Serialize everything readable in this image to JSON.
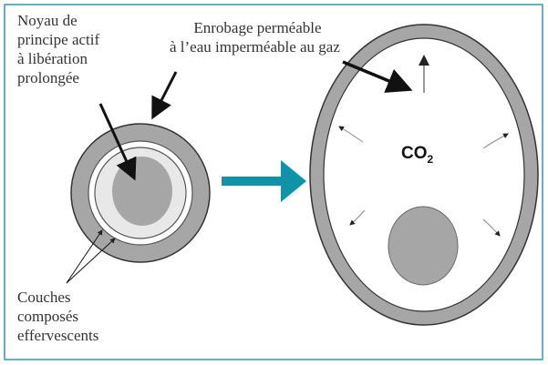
{
  "labels": {
    "core": [
      "Noyau de",
      "principe actif",
      "à libération",
      "prolongée"
    ],
    "coating": [
      "Enrobage perméable",
      "à l’eau imperméable au gaz"
    ],
    "layers": [
      "Couches",
      "composés",
      "effervescents"
    ],
    "gas": {
      "main": "CO",
      "sub": "2"
    }
  },
  "colors": {
    "frame": "#2a9bb0",
    "arrow": "#0e93a8",
    "shell": "#a6a6a6",
    "core": "#a6a6a6",
    "layer": "#e8e8e8"
  }
}
